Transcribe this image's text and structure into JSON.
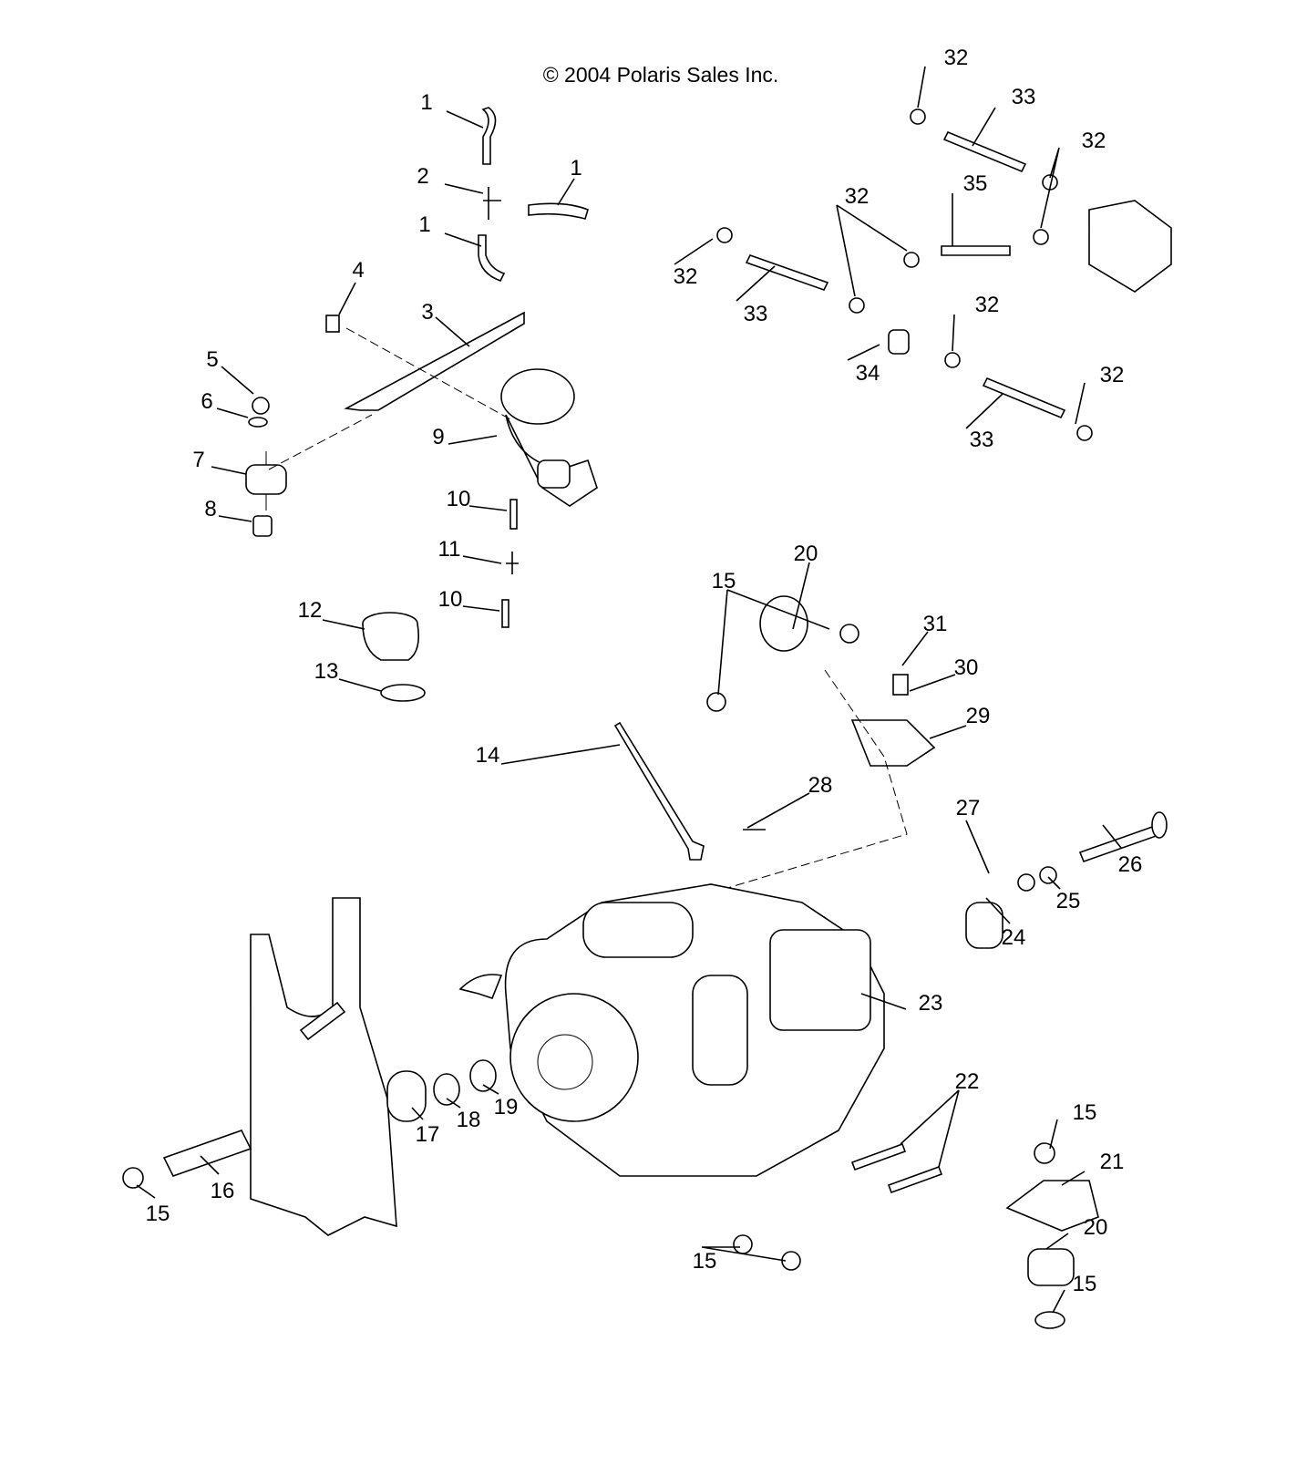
{
  "copyright": "© 2004 Polaris Sales Inc.",
  "callouts": [
    "1",
    "2",
    "1",
    "1",
    "4",
    "3",
    "5",
    "6",
    "9",
    "7",
    "8",
    "10",
    "11",
    "10",
    "12",
    "13",
    "14",
    "15",
    "20",
    "31",
    "30",
    "29",
    "28",
    "27",
    "26",
    "25",
    "24",
    "23",
    "22",
    "15",
    "21",
    "20",
    "15",
    "15",
    "17",
    "18",
    "19",
    "16",
    "15",
    "32",
    "33",
    "32",
    "32",
    "35",
    "32",
    "33",
    "32",
    "34",
    "32",
    "33"
  ]
}
